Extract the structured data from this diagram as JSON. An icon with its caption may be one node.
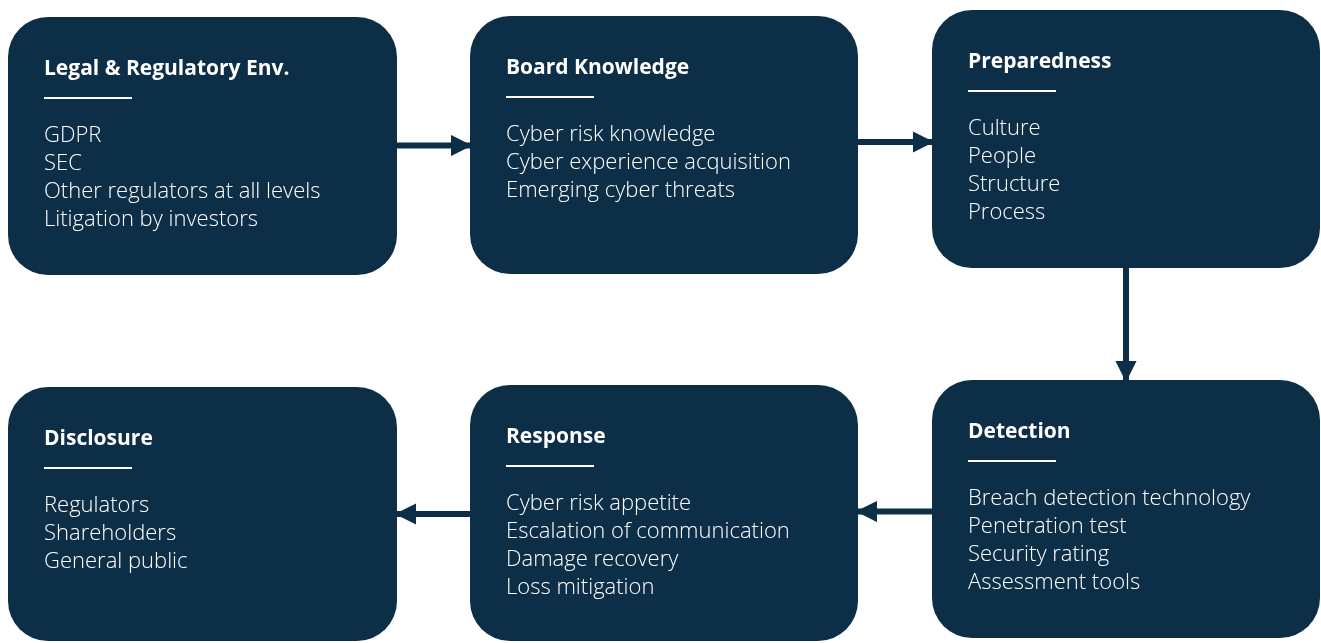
{
  "diagram": {
    "nodes": [
      {
        "text": [
          "Legal & Regulatory Env.",
          "GDPR",
          "SEC",
          "Other regulators at all levels",
          "Litigation by investors"
        ]
      },
      {
        "text": [
          "Board Knowledge",
          "Cyber risk knowledge",
          "Cyber experience acquisition",
          "Emerging cyber threats"
        ]
      },
      {
        "text": [
          "Preparedness",
          "Culture",
          "People",
          "Structure",
          "Process"
        ]
      },
      {
        "text": [
          "Detection",
          "Breach detection technology",
          "Penetration test",
          "Security rating",
          "Assessment tools"
        ]
      },
      {
        "text": [
          "Response",
          "Cyber risk appetite",
          "Escalation of communication",
          "Damage recovery",
          "Loss mitigation"
        ]
      },
      {
        "text": [
          "Disclosure",
          "Regulators",
          "Shareholders",
          "General public"
        ]
      }
    ],
    "edges": [
      {
        "from": 0,
        "to": 1,
        "arrow": "to"
      },
      {
        "from": 1,
        "to": 2,
        "arrow": "to"
      },
      {
        "from": 2,
        "to": 3,
        "arrow": "to"
      },
      {
        "from": 3,
        "to": 4,
        "arrow": "to"
      },
      {
        "from": 4,
        "to": 5,
        "arrow": "to"
      }
    ]
  }
}
